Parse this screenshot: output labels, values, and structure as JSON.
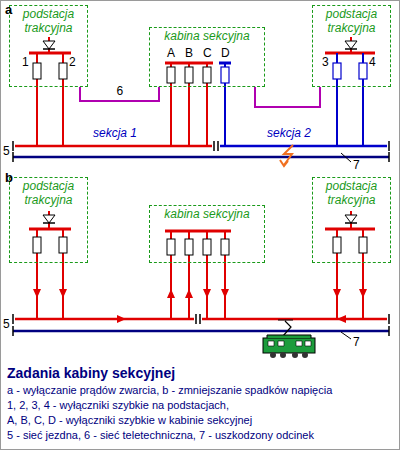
{
  "diagram": {
    "title": "Zadania kabiny sekcyjnej",
    "nodes": [
      {
        "text": [
          "podstacja trakcyjna"
        ]
      },
      {
        "text": [
          "kabina sekcyjna"
        ]
      },
      {
        "text": [
          "podstacja trakcyjna"
        ]
      },
      {
        "text": [
          "podstacja trakcyjna"
        ]
      },
      {
        "text": [
          "kabina sekcyjna"
        ]
      },
      {
        "text": [
          "podstacja trakcyjna"
        ]
      }
    ],
    "edges": [
      {
        "from": 0,
        "to": 1,
        "arrow": "none",
        "label": "6"
      },
      {
        "from": 1,
        "to": 2,
        "arrow": "none"
      }
    ],
    "labels": [
      "a",
      "1",
      "2",
      "A",
      "B",
      "C",
      "D",
      "3",
      "4",
      "sekcja 1",
      "sekcja 2",
      "5",
      "7",
      "b",
      "5",
      "7",
      "a - wyłączanie prądów zwarcia, b - zmniejszanie spadków napięcia",
      "1, 2, 3, 4 - wyłączniki szybkie na podstacjach,",
      "A, B, C, D - wyłączniki szybkie w kabinie sekcyjnej",
      "5 - sieć jezdna, 6 - sieć teletechniczna, 7 - uszkodzony odcinek"
    ]
  }
}
